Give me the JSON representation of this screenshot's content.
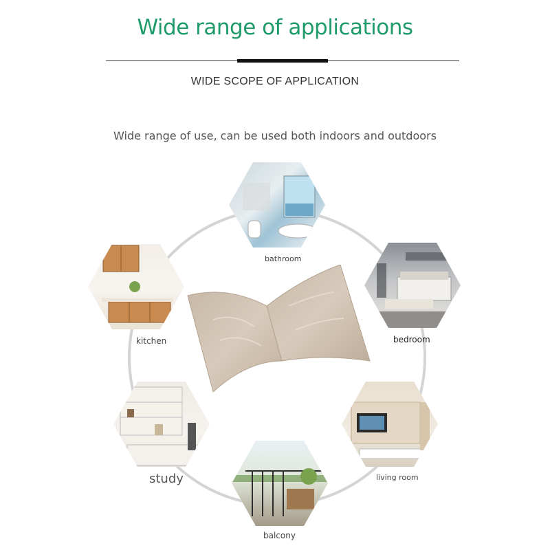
{
  "header": {
    "title": "Wide range of applications",
    "subtitle": "WIDE SCOPE OF APPLICATION",
    "description": "Wide range of use, can be used both indoors and outdoors"
  },
  "rooms": {
    "bathroom": "bathroom",
    "bedroom": "bedroom",
    "kitchen": "kitchen",
    "study": "study",
    "living_room": "living room",
    "balcony": "balcony"
  },
  "colors": {
    "title_green": "#1f9a6a",
    "ring_gray": "#d4d4d4"
  }
}
